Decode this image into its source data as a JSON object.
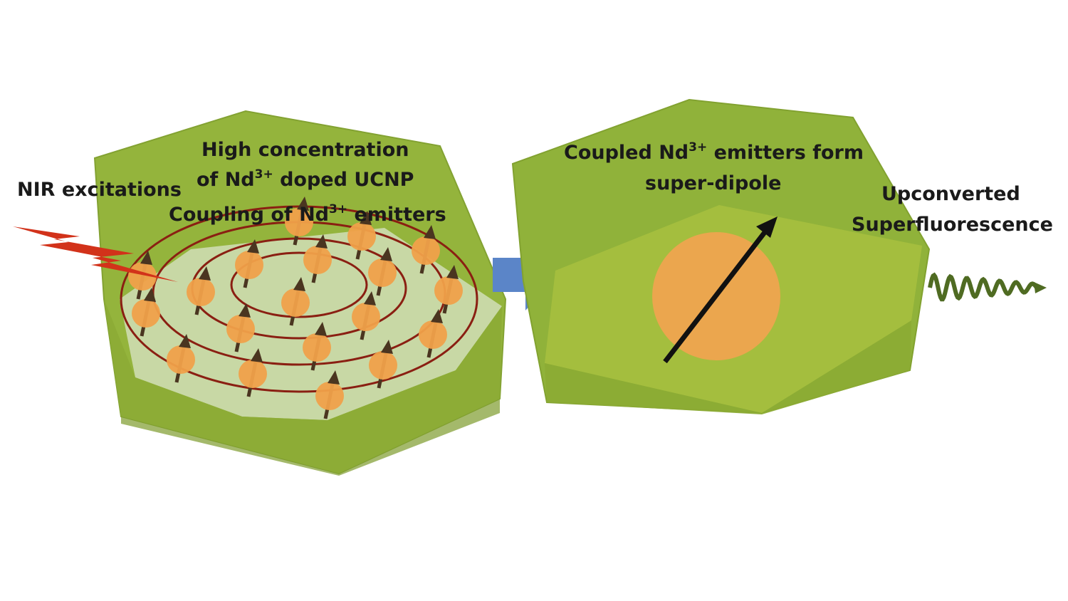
{
  "labels": {
    "excitation": "NIR excitations",
    "left": {
      "line1": "High concentration",
      "line2_pre": "of Nd",
      "line2_sup": "3+",
      "line2_post": " doped UCNP",
      "line3_pre": "Coupling of Nd",
      "line3_sup": "3+",
      "line3_post": " emitters"
    },
    "right": {
      "line1_pre": "Coupled Nd",
      "line1_sup": "3+",
      "line1_post": " emitters form",
      "line2": "super-dipole"
    },
    "output": {
      "line1": "Upconverted",
      "line2": "Superfluorescence"
    }
  },
  "colors": {
    "crystal": "#8fb03a",
    "crystal_face": "#9cbb44",
    "crystal_dark": "#7f9e2e",
    "inner_plane": "#c7d8a6",
    "emitter": "#f0a14a",
    "spiral": "#8a1f12",
    "spin": "#4a3520",
    "excitation_bolt": "#d2321a",
    "process_arrow": "#5b85c8",
    "wave": "#4f6b22",
    "dipole_arrow": "#111111"
  }
}
